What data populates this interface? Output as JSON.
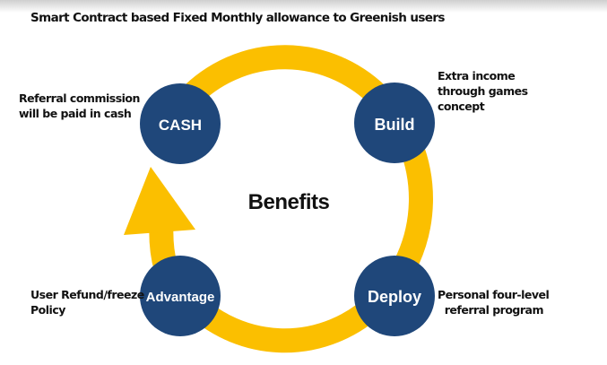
{
  "title": "Smart Contract based Fixed Monthly allowance to Greenish users",
  "center_label": "Benefits",
  "colors": {
    "ring": "#FBBF00",
    "node": "#1F477A",
    "node_text": "#FFFFFF",
    "text": "#111111"
  },
  "nodes": [
    {
      "id": "cash",
      "label": "CASH",
      "note_lines": [
        "Referral commission",
        "will be paid in cash"
      ]
    },
    {
      "id": "build",
      "label": "Build",
      "note_lines": [
        "Extra income",
        "through games",
        "concept"
      ]
    },
    {
      "id": "deploy",
      "label": "Deploy",
      "note_lines": [
        "Personal four-level",
        "referral program"
      ]
    },
    {
      "id": "advantage",
      "label": "Advantage",
      "note_lines": [
        "User Refund/freeze",
        "Policy"
      ]
    }
  ]
}
